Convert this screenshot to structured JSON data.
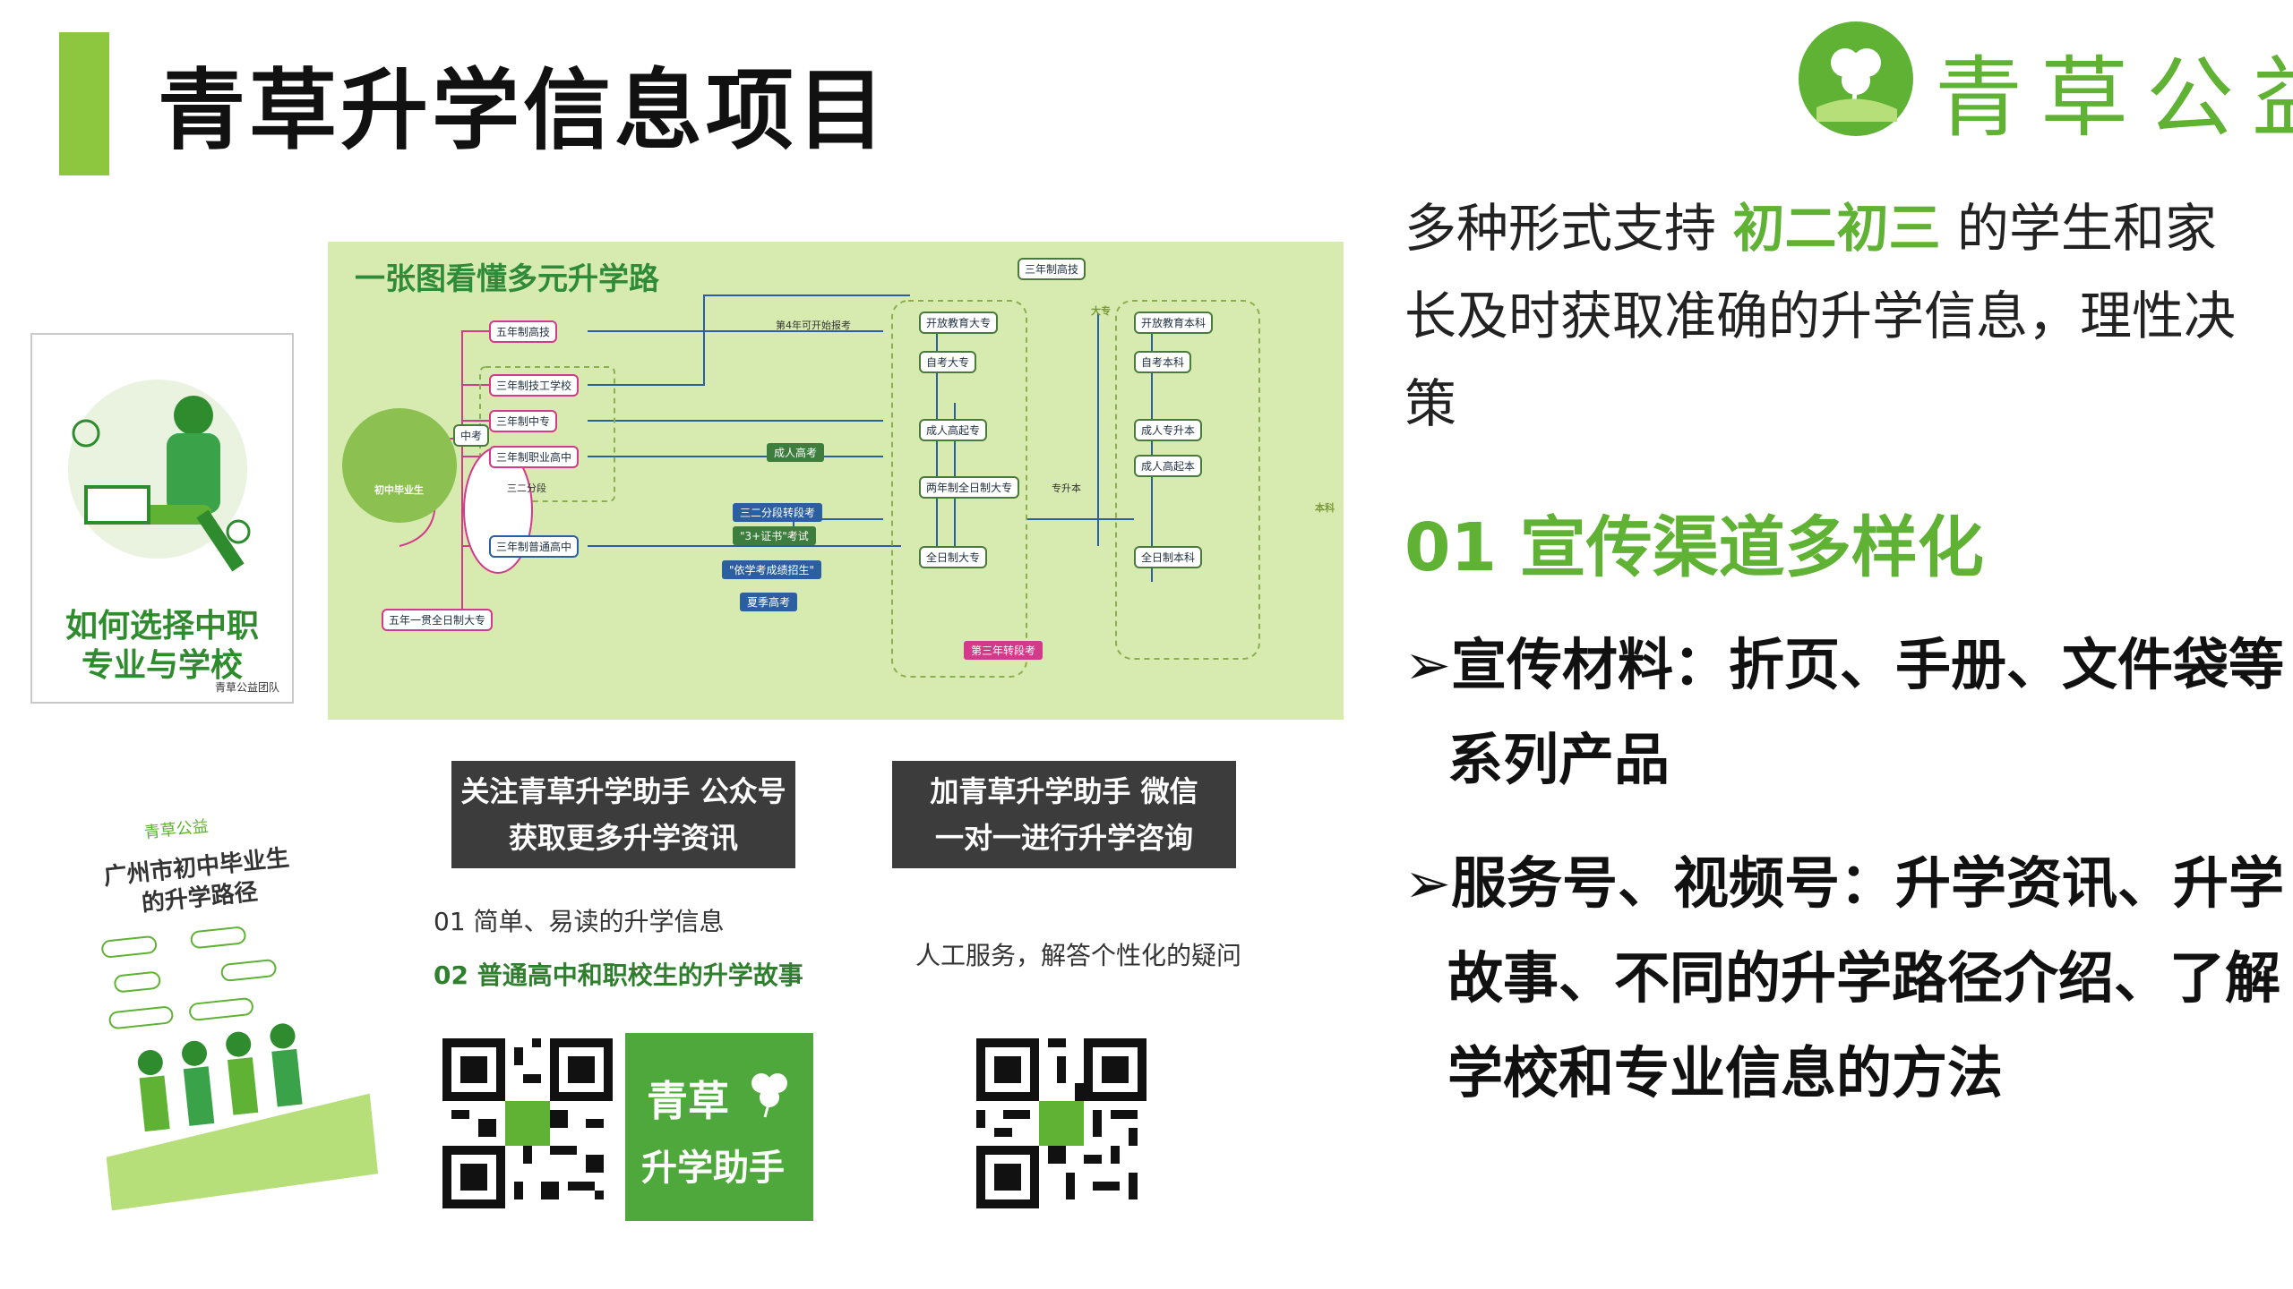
{
  "header": {
    "title": "青草升学信息项目",
    "logo_text": "青草公益"
  },
  "left": {
    "booklet1_title_line1": "如何选择中职",
    "booklet1_title_line2": "专业与学校",
    "booklet1_publisher": "青草公益团队",
    "booklet2_brand": "青草公益",
    "booklet2_title": "广州市初中毕业生的升学路径"
  },
  "flowchart": {
    "title": "一张图看懂多元升学路",
    "start": "初中毕业生",
    "exam": "中考",
    "nodes": [
      "五年制高技",
      "三年制技工学校",
      "三年制中专",
      "三年制职业高中",
      "三二分段",
      "三年制普通高中",
      "五年一贯全日制大专"
    ],
    "right_nodes": [
      "开放教育大专",
      "自考大专",
      "成人高起专",
      "两年制全日制大专",
      "全日制大专",
      "三年制高技"
    ],
    "far_right_nodes": [
      "开放教育本科",
      "自考本科",
      "成人专升本",
      "成人高起本",
      "全日制本科"
    ],
    "blue_nodes": [
      "三二分段转段考",
      "\"3+证书\"考试",
      "\"依学考成绩招生\"",
      "夏季高考",
      "成人高考",
      "第三年转段考"
    ],
    "labels": [
      "专升本",
      "大专",
      "本科",
      "第4年可开始报考"
    ]
  },
  "follow": {
    "box1_line1": "关注青草升学助手 公众号",
    "box1_line2": "获取更多升学资讯",
    "box2_line1": "加青草升学助手 微信",
    "box2_line2": "一对一进行升学咨询",
    "item1": "01  简单、易读的升学信息",
    "item2": "02  普通高中和职校生的升学故事",
    "service": "人工服务，解答个性化的疑问",
    "brand_line1": "青草",
    "brand_line2": "升学助手"
  },
  "right": {
    "intro_pre": "多种形式支持 ",
    "intro_highlight": "初二初三",
    "intro_post": " 的学生和家长及时获取准确的升学信息，理性决策",
    "section_heading": "01 宣传渠道多样化",
    "bullet1": "➢宣传材料：折页、手册、文件袋等系列产品",
    "bullet2": "➢服务号、视频号：升学资讯、升学故事、不同的升学路径介绍、了解学校和专业信息的方法"
  },
  "colors": {
    "accent": "#8dc63f",
    "brand_green": "#5fb233",
    "chart_bg": "#d7ebb1",
    "dark_box": "#3c3c3c"
  }
}
